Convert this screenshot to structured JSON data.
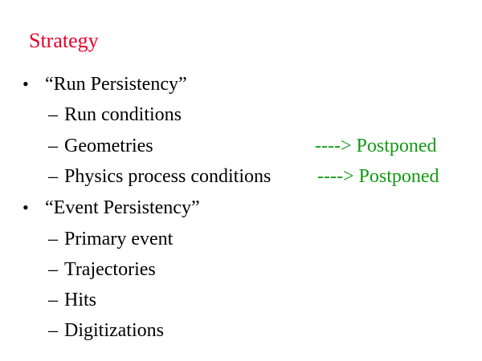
{
  "slide": {
    "title": "Strategy",
    "title_color": "#e8002a",
    "note_color": "#129a12",
    "bullet_glyph": "•",
    "dash_glyph": "–",
    "items": [
      {
        "text": "“Run Persistency”",
        "subitems": [
          {
            "text": "Run conditions"
          },
          {
            "text": "Geometries",
            "note": "----> Postponed"
          },
          {
            "text": "Physics process conditions",
            "note": "----> Postponed"
          }
        ]
      },
      {
        "text": "“Event Persistency”",
        "subitems": [
          {
            "text": "Primary event"
          },
          {
            "text": "Trajectories"
          },
          {
            "text": "Hits"
          },
          {
            "text": "Digitizations"
          }
        ]
      }
    ]
  }
}
